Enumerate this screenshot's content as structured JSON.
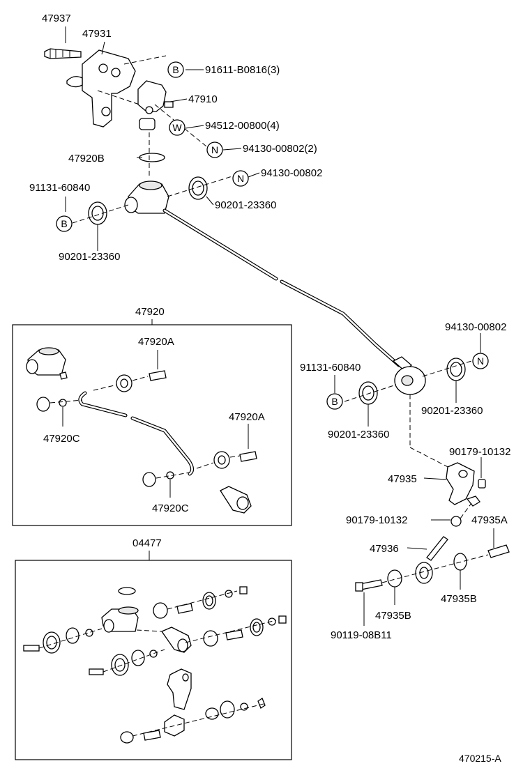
{
  "labels": {
    "l47937": "47937",
    "l47931": "47931",
    "l91611": "91611-B0816(3)",
    "l47910": "47910",
    "l94512": "94512-00800(4)",
    "l94130_2": "94130-00802(2)",
    "l47920B": "47920B",
    "l94130_top": "94130-00802",
    "l91131_left": "91131-60840",
    "l90201_right_top": "90201-23360",
    "l90201_left": "90201-23360",
    "l47920": "47920",
    "l47920A_1": "47920A",
    "l47920C_1": "47920C",
    "l47920A_2": "47920A",
    "l47920C_2": "47920C",
    "l04477": "04477",
    "l94130_right": "94130-00802",
    "l91131_right": "91131-60840",
    "l90201_right_end": "90201-23360",
    "l90201_lower": "90201-23360",
    "l90179_top": "90179-10132",
    "l47935": "47935",
    "l90179_mid": "90179-10132",
    "l47935A": "47935A",
    "l47936": "47936",
    "l47935B_1": "47935B",
    "l47935B_2": "47935B",
    "l90119": "90119-08B11",
    "diagram_code": "470215-A"
  },
  "callouts": {
    "b": "B",
    "w": "W",
    "n": "N"
  }
}
